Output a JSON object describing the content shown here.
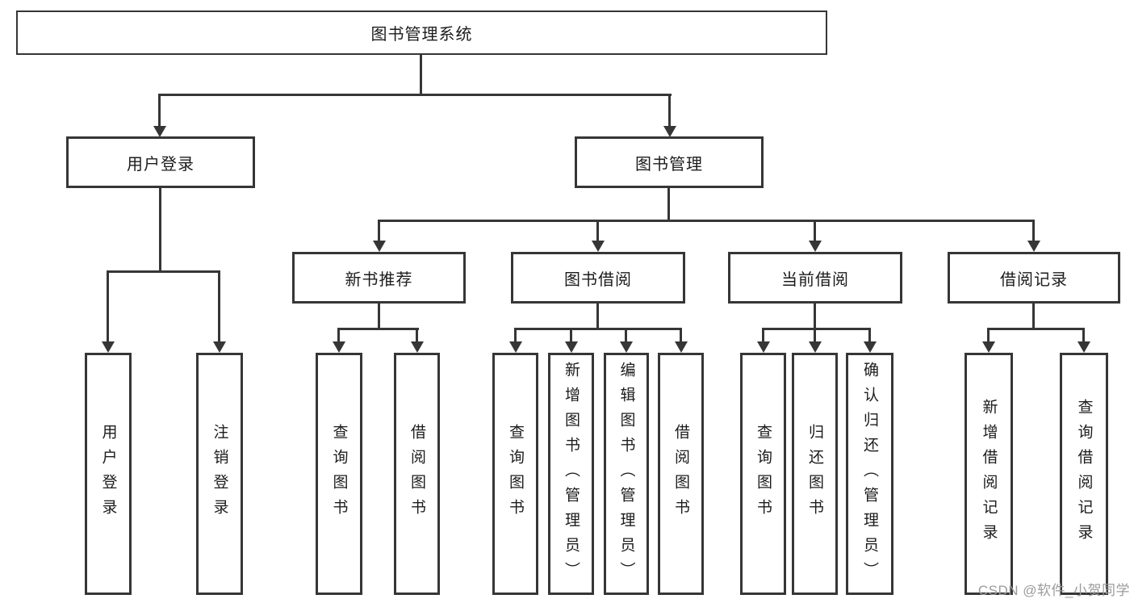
{
  "tree": {
    "root": "图书管理系统",
    "level2": [
      "用户登录",
      "图书管理"
    ],
    "level3": [
      "新书推荐",
      "图书借阅",
      "当前借阅",
      "借阅记录"
    ],
    "leaves": {
      "user_login": [
        "用户登录",
        "注销登录"
      ],
      "new_book": [
        "查询图书",
        "借阅图书"
      ],
      "book_borrow": [
        "查询图书",
        "新增图书（管理员）",
        "编辑图书（管理员）",
        "借阅图书"
      ],
      "current_borrow": [
        "查询图书",
        "归还图书",
        "确认归还（管理员）"
      ],
      "borrow_record": [
        "新增借阅记录",
        "查询借阅记录"
      ]
    }
  },
  "watermark": "CSDN @软件_小贺同学",
  "colors": {
    "line": "#363636",
    "text": "#1c1c1c",
    "watermark": "#9b9b9b",
    "background": "#ffffff"
  }
}
